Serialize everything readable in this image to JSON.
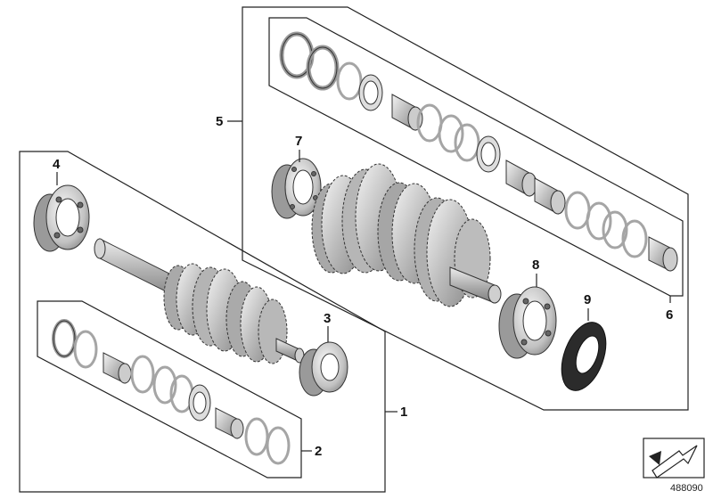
{
  "diagram": {
    "callouts": {
      "c1": "1",
      "c2": "2",
      "c3": "3",
      "c4": "4",
      "c5": "5",
      "c6": "6",
      "c7": "7",
      "c8": "8",
      "c9": "9"
    },
    "document_number": "488090"
  },
  "colors": {
    "metal_light": "#e6e6e6",
    "metal_mid": "#b8b8b8",
    "metal_dark": "#7a7a7a",
    "seal": "#2b2b2b",
    "outline": "#222222"
  }
}
